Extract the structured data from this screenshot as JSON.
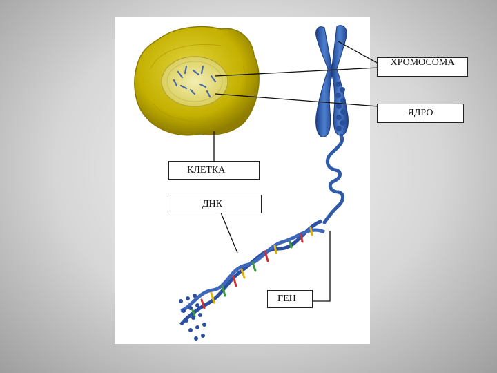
{
  "labels": {
    "chromosome": "ХРОМОСОМА",
    "nucleus": "ЯДРО",
    "cell": "КЛЕТКА",
    "dna": "ДНК",
    "gene": "ГЕН"
  },
  "colors": {
    "cell": "#c8b400",
    "cell_dark": "#8e7d00",
    "nucleus": "#ece48a",
    "chromosome": "#2f5fae",
    "dna_blue": "#2a4fa0",
    "background": "#cfcfcf"
  }
}
